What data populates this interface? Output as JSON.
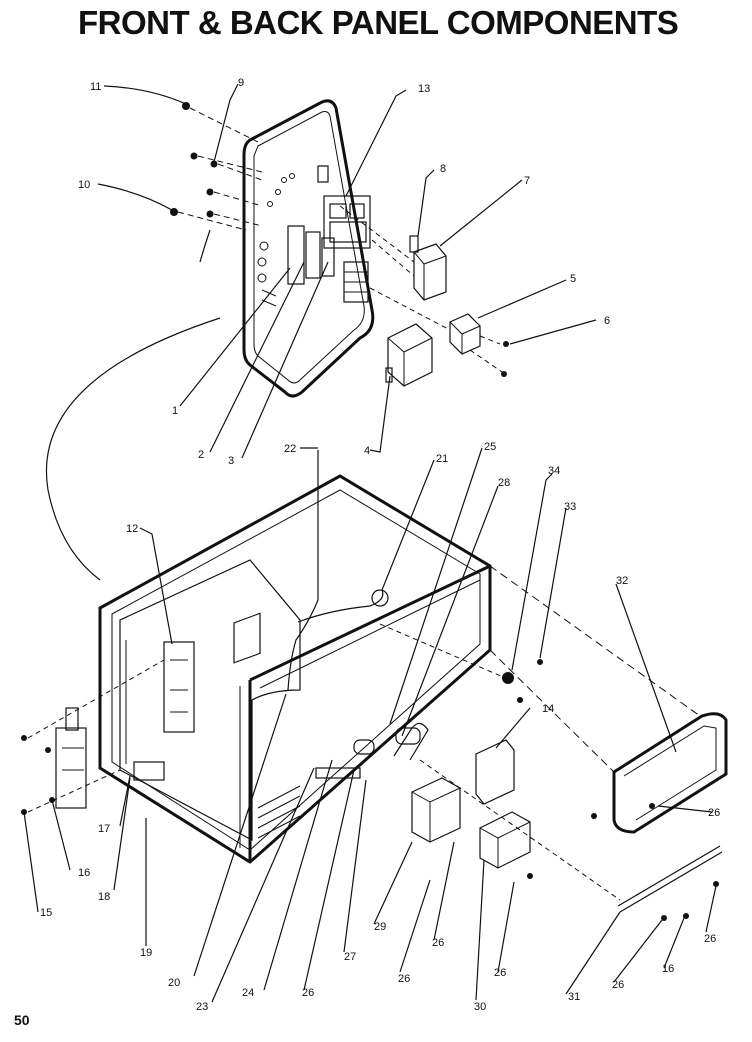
{
  "title": "FRONT & BACK PANEL COMPONENTS",
  "page_number": "50",
  "callouts": [
    "11",
    "9",
    "13",
    "8",
    "7",
    "10",
    "5",
    "6",
    "1",
    "2",
    "3",
    "4",
    "22",
    "21",
    "25",
    "28",
    "34",
    "33",
    "12",
    "32",
    "14",
    "26",
    "17",
    "16",
    "15",
    "18",
    "19",
    "20",
    "23",
    "24",
    "26",
    "27",
    "29",
    "26",
    "26",
    "26",
    "30",
    "31",
    "26",
    "16",
    "26"
  ]
}
